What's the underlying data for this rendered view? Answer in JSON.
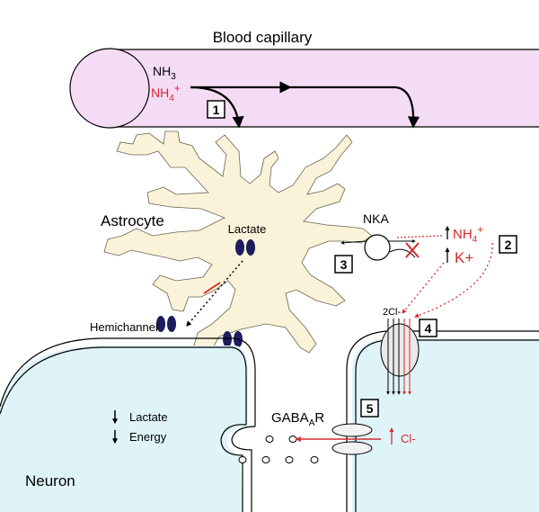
{
  "labels": {
    "capillary": "Blood capillary",
    "nh3_main": "NH",
    "nh3_sub": "3",
    "nh4_main": "NH",
    "nh4_sub": "4",
    "nh4_sup": "+",
    "astrocyte": "Astrocyte",
    "lactate_astro": "Lactate",
    "nka": "NKA",
    "nh4_right_main": "NH",
    "nh4_right_sub": "4",
    "nh4_right_sup": "+",
    "k_plus": "K+",
    "two_cl": "2Cl-",
    "hemichannel": "Hemichannel",
    "gaba_main": "GABA",
    "gaba_sub": "A",
    "gaba_r": "R",
    "cl_minus": "Cl-",
    "lactate_neuron": "Lactate",
    "energy": "Energy",
    "neuron": "Neuron"
  },
  "step_numbers": [
    "1",
    "2",
    "3",
    "4",
    "5"
  ],
  "colors": {
    "capillary_fill": "#f5dcf5",
    "astrocyte_fill": "#faf3d9",
    "neuron_fill": "#dff4f8",
    "hemichannel": "#1c1c5e",
    "red": "#d42a2a",
    "black": "#000000"
  }
}
